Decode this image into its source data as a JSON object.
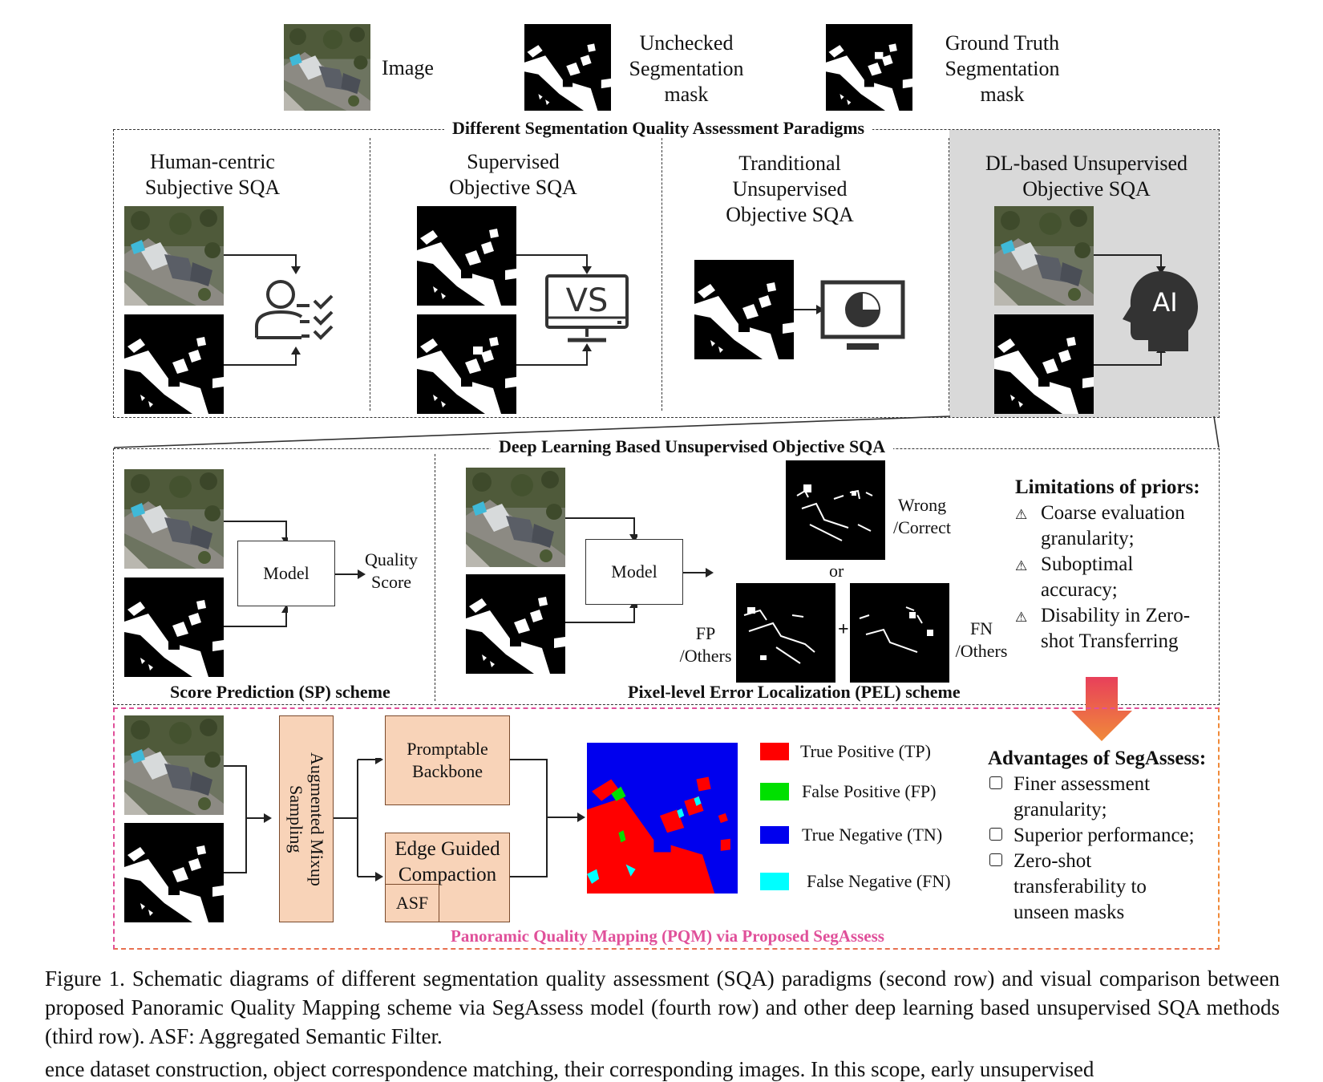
{
  "legend_top": {
    "image_label": "Image",
    "unchecked_label": [
      "Unchecked",
      "Segmentation",
      "mask"
    ],
    "gt_label": [
      "Ground Truth",
      "Segmentation",
      "mask"
    ]
  },
  "paradigms": {
    "title": "Different Segmentation Quality Assessment Paradigms",
    "human": [
      "Human-centric",
      "Subjective  SQA"
    ],
    "supervised": [
      "Supervised",
      "Objective SQA"
    ],
    "traditional": [
      "Tranditional",
      "Unsupervised",
      "Objective SQA"
    ],
    "dl": [
      "DL-based Unsupervised",
      "Objective SQA"
    ],
    "vs_text": "VS",
    "ai_text": "AI"
  },
  "dl_section": {
    "title": "Deep Learning Based Unsupervised Objective SQA",
    "sp_model": "Model",
    "sp_output": [
      "Quality",
      "Score"
    ],
    "sp_caption": "Score Prediction (SP)  scheme",
    "pel_model": "Model",
    "wrong_correct": [
      "Wrong",
      "/Correct"
    ],
    "or": "or",
    "fp_others": [
      "FP",
      "/Others"
    ],
    "fn_others": [
      "FN",
      "/Others"
    ],
    "plus": "+",
    "pel_caption": "Pixel-level Error Localization  (PEL) scheme",
    "limitations_title": "Limitations of priors:",
    "limitations": [
      [
        "Coarse evaluation",
        "granularity;"
      ],
      [
        "Suboptimal",
        "accuracy;"
      ],
      [
        "Disability in Zero-",
        "shot Transferring"
      ]
    ]
  },
  "segassess": {
    "sampling": [
      "Augmented Mixup",
      "Sampling"
    ],
    "backbone": [
      "Promptable",
      "Backbone"
    ],
    "edge": [
      "Edge Guided",
      "Compaction"
    ],
    "asf": "ASF",
    "legend": [
      {
        "label": "True Positive (TP)",
        "color": "#ff0000"
      },
      {
        "label": "False Positive (FP)",
        "color": "#00e000"
      },
      {
        "label": "True Negative (TN)",
        "color": "#0000ee"
      },
      {
        "label": "False Negative (FN)",
        "color": "#00ffff"
      }
    ],
    "advantages_title": "Advantages of SegAssess:",
    "advantages": [
      [
        "Finer  assessment",
        "granularity;"
      ],
      [
        "Superior performance;"
      ],
      [
        "Zero-shot",
        "transferability to",
        "unseen masks"
      ]
    ],
    "footer": "Panoramic Quality Mapping (PQM) via Proposed SegAssess"
  },
  "caption": "Figure 1. Schematic diagrams of different segmentation quality assessment (SQA) paradigms (second row) and visual comparison between proposed Panoramic Quality Mapping scheme via SegAssess model (fourth row) and other deep learning based unsupervised SQA methods (third row). ASF: Aggregated Semantic Filter.",
  "cutoff_line": "ence dataset construction, object correspondence matching,   their corresponding images. In this scope, early unsupervised",
  "colors": {
    "dl_panel_bg": "#d9d9d9",
    "pqm_border": "#e0509a",
    "pqm_title": "#e0509a",
    "arrow_grad_top": "#e8405a",
    "arrow_grad_bottom": "#f08a3a",
    "peach": "#f8d3b8"
  }
}
